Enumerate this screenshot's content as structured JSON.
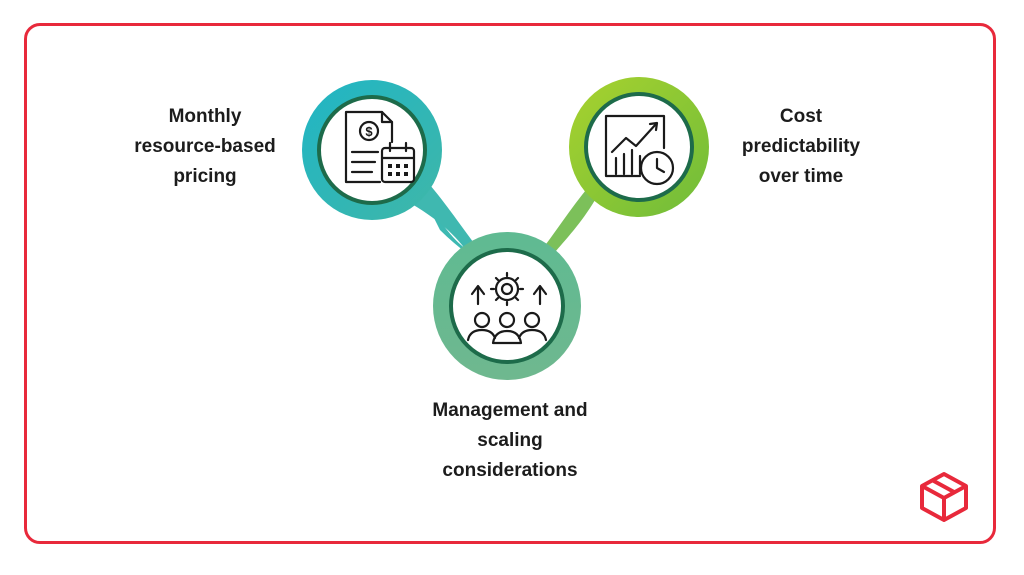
{
  "nodes": [
    {
      "id": "pricing",
      "label": "Monthly\nresource-based\npricing",
      "ring_color": "#20b5c5",
      "icon": "invoice-calendar-icon"
    },
    {
      "id": "scaling",
      "label": "Management and\nscaling\nconsiderations",
      "ring_color": "#5fba92",
      "icon": "team-scaling-icon"
    },
    {
      "id": "predictability",
      "label": "Cost\npredictability\nover time",
      "ring_color": "#8ec832",
      "icon": "chart-clock-icon"
    }
  ],
  "colors": {
    "frame": "#e8293b",
    "inner_ring": "#1d6b4a",
    "icon_stroke": "#1a1a1a",
    "logo": "#e8293b"
  },
  "logo": {
    "icon": "cube-logo-icon"
  }
}
